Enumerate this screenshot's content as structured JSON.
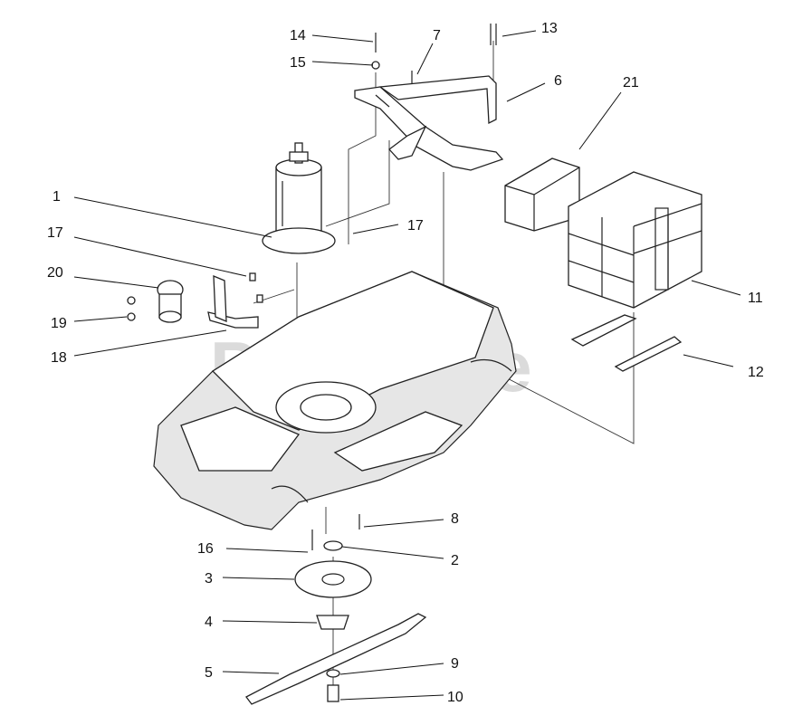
{
  "diagram": {
    "watermark": "PartsTree",
    "callouts": [
      {
        "id": "1",
        "label": "1"
      },
      {
        "id": "2",
        "label": "2"
      },
      {
        "id": "3",
        "label": "3"
      },
      {
        "id": "4",
        "label": "4"
      },
      {
        "id": "5",
        "label": "5"
      },
      {
        "id": "6",
        "label": "6"
      },
      {
        "id": "7",
        "label": "7"
      },
      {
        "id": "8",
        "label": "8"
      },
      {
        "id": "9",
        "label": "9"
      },
      {
        "id": "10",
        "label": "10"
      },
      {
        "id": "11",
        "label": "11"
      },
      {
        "id": "12",
        "label": "12"
      },
      {
        "id": "13",
        "label": "13"
      },
      {
        "id": "14",
        "label": "14"
      },
      {
        "id": "15",
        "label": "15"
      },
      {
        "id": "16",
        "label": "16"
      },
      {
        "id": "17a",
        "label": "17"
      },
      {
        "id": "17b",
        "label": "17"
      },
      {
        "id": "18",
        "label": "18"
      },
      {
        "id": "19",
        "label": "19"
      },
      {
        "id": "20",
        "label": "20"
      },
      {
        "id": "21",
        "label": "21"
      }
    ]
  }
}
